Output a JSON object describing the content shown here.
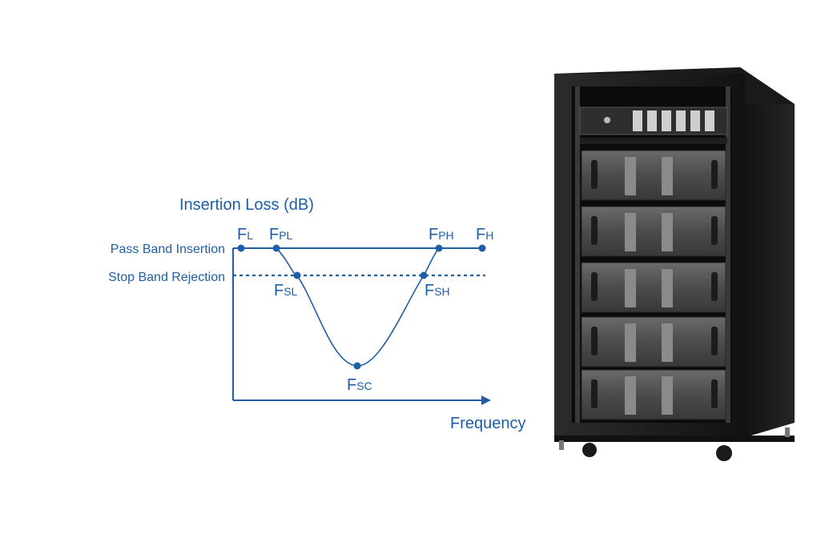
{
  "diagram": {
    "y_axis_label": "Insertion Loss (dB)",
    "x_axis_label": "Frequency",
    "pass_band_label": "Pass Band Insertion",
    "stop_band_label": "Stop Band Rejection",
    "points": {
      "fl": {
        "main": "F",
        "sub": "L"
      },
      "fpl": {
        "main": "F",
        "sub": "PL"
      },
      "fsl": {
        "main": "F",
        "sub": "SL"
      },
      "fsc": {
        "main": "F",
        "sub": "SC"
      },
      "fsh": {
        "main": "F",
        "sub": "SH"
      },
      "fph": {
        "main": "F",
        "sub": "PH"
      },
      "fh": {
        "main": "F",
        "sub": "H"
      }
    },
    "color": "#1f5ea4"
  },
  "equipment": {
    "name": "rack-cabinet",
    "modules": 5
  }
}
